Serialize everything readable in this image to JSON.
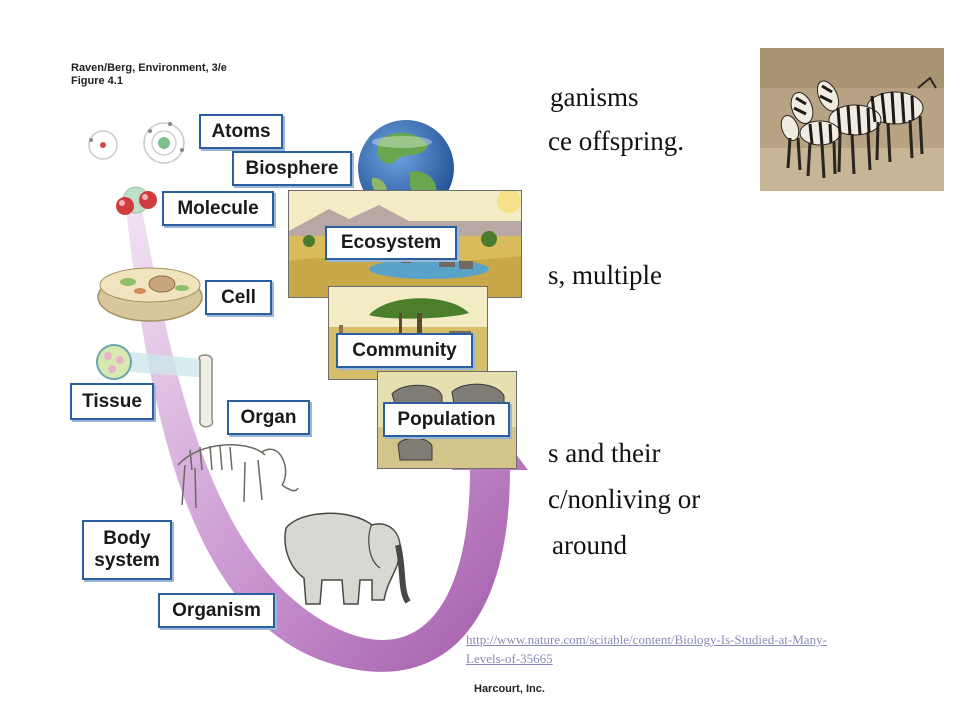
{
  "credit": {
    "line1": "Raven/Berg, Environment, 3/e",
    "line2": "Figure 4.1",
    "publisher": "Harcourt, Inc."
  },
  "text_fragments": {
    "t1": "ganisms",
    "t2": "ce offspring.",
    "t3": "s, multiple",
    "t4": "s and their",
    "t5": "c/nonliving or",
    "t6": "around"
  },
  "levels": {
    "atoms": "Atoms",
    "biosphere": "Biosphere",
    "molecule": "Molecule",
    "ecosystem": "Ecosystem",
    "cell": "Cell",
    "community": "Community",
    "tissue": "Tissue",
    "organ": "Organ",
    "population": "Population",
    "body_line1": "Body",
    "body_line2": "system",
    "organism": "Organism"
  },
  "link": {
    "line1": "http://www.nature.com/scitable/content/Biology-Is-Studied-at-Many-",
    "line2": "Levels-of-35665"
  },
  "colors": {
    "label_border": "#2c5fa0",
    "arrow_light": "#e9d6ec",
    "arrow_dark": "#9c4fa3",
    "savanna_sky": "#f3ecc4",
    "globe_ocean": "#2f62a8"
  }
}
